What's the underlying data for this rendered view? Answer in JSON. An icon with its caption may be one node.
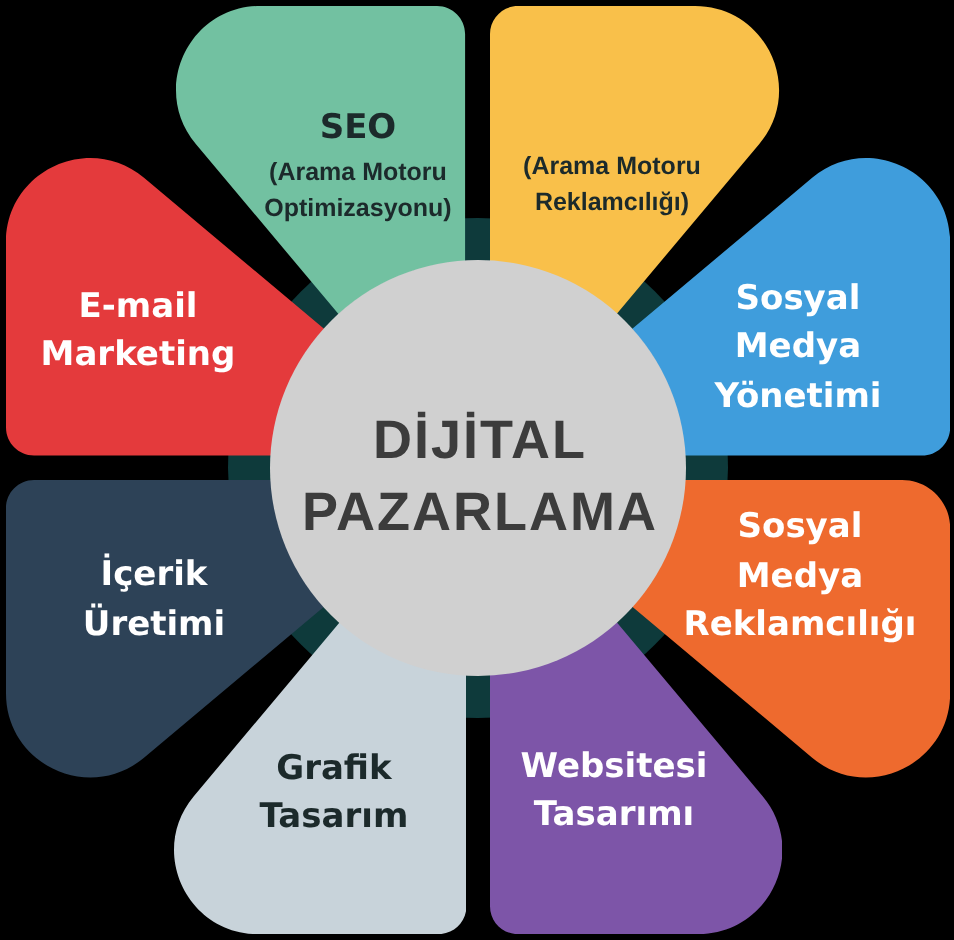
{
  "diagram": {
    "nodes": [
      {
        "text": [
          "DİJİTAL PAZARLAMA"
        ]
      },
      {
        "text": [
          "SEO",
          "(Arama Motoru Optimizasyonu)"
        ]
      },
      {
        "text": [
          "(Arama Motoru Reklamcılığı)"
        ]
      },
      {
        "text": [
          "Sosyal Medya Yönetimi"
        ]
      },
      {
        "text": [
          "Sosyal Medya Reklamcılığı"
        ]
      },
      {
        "text": [
          "Websitesi Tasarımı"
        ]
      },
      {
        "text": [
          "Grafik Tasarım"
        ]
      },
      {
        "text": [
          "İçerik Üretimi"
        ]
      },
      {
        "text": [
          "E-mail Marketing"
        ]
      }
    ]
  }
}
